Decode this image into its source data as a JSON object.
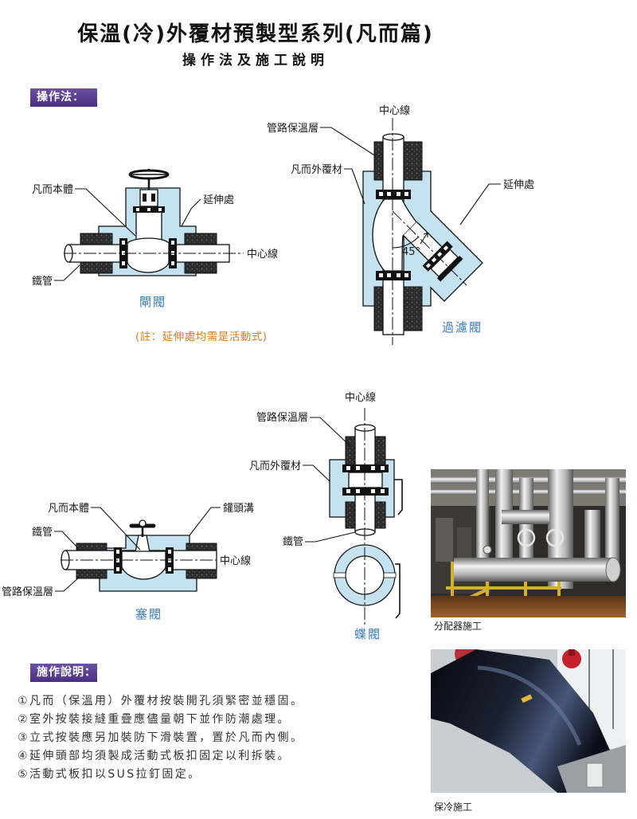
{
  "header": {
    "title": "保溫(冷)外覆材預製型系列(凡而篇)",
    "subtitle": "操作法及施工說明"
  },
  "sections": {
    "operation_label": "操作法：",
    "instructions_label": "施作說明："
  },
  "diagrams": {
    "gate_valve": {
      "caption": "閘閥",
      "labels": {
        "body": "凡而本體",
        "extension": "延伸處",
        "centerline": "中心線",
        "pipe": "鐵管"
      }
    },
    "note": "(註：延伸處均需是活動式)",
    "strainer": {
      "caption": "過濾閥",
      "labels": {
        "centerline": "中心線",
        "insulation": "管路保溫層",
        "cover": "凡而外覆材",
        "extension": "延伸處",
        "angle": "45°"
      }
    },
    "butterfly": {
      "caption": "蝶閥",
      "labels": {
        "centerline": "中心線",
        "insulation": "管路保溫層",
        "cover": "凡而外覆材",
        "pipe": "鐵管"
      }
    },
    "plug_valve": {
      "caption": "塞閥",
      "labels": {
        "body": "凡而本體",
        "groove": "鑵頭溝",
        "pipe": "鐵管",
        "centerline": "中心線",
        "insulation": "管路保溫層"
      }
    }
  },
  "photos": [
    {
      "caption": "分配器施工"
    },
    {
      "caption": "保冷施工"
    }
  ],
  "instructions": [
    "①凡而（保溫用）外覆材按裝開孔須緊密並穩固。",
    "②室外按裝接縫重疊應儘量朝下並作防潮處理。",
    "③立式按裝應另加裝防下滑裝置，置於凡而內側。",
    "④延伸頭部均須製成活動式板扣固定以利拆裝。",
    "⑤活動式板扣以SUS拉釘固定。"
  ],
  "colors": {
    "section_label": "#553c8b",
    "caption": "#3b7cc2",
    "note": "#e07b1c",
    "cover": "#c5e2f1",
    "insulation": "#2b2b2b"
  }
}
